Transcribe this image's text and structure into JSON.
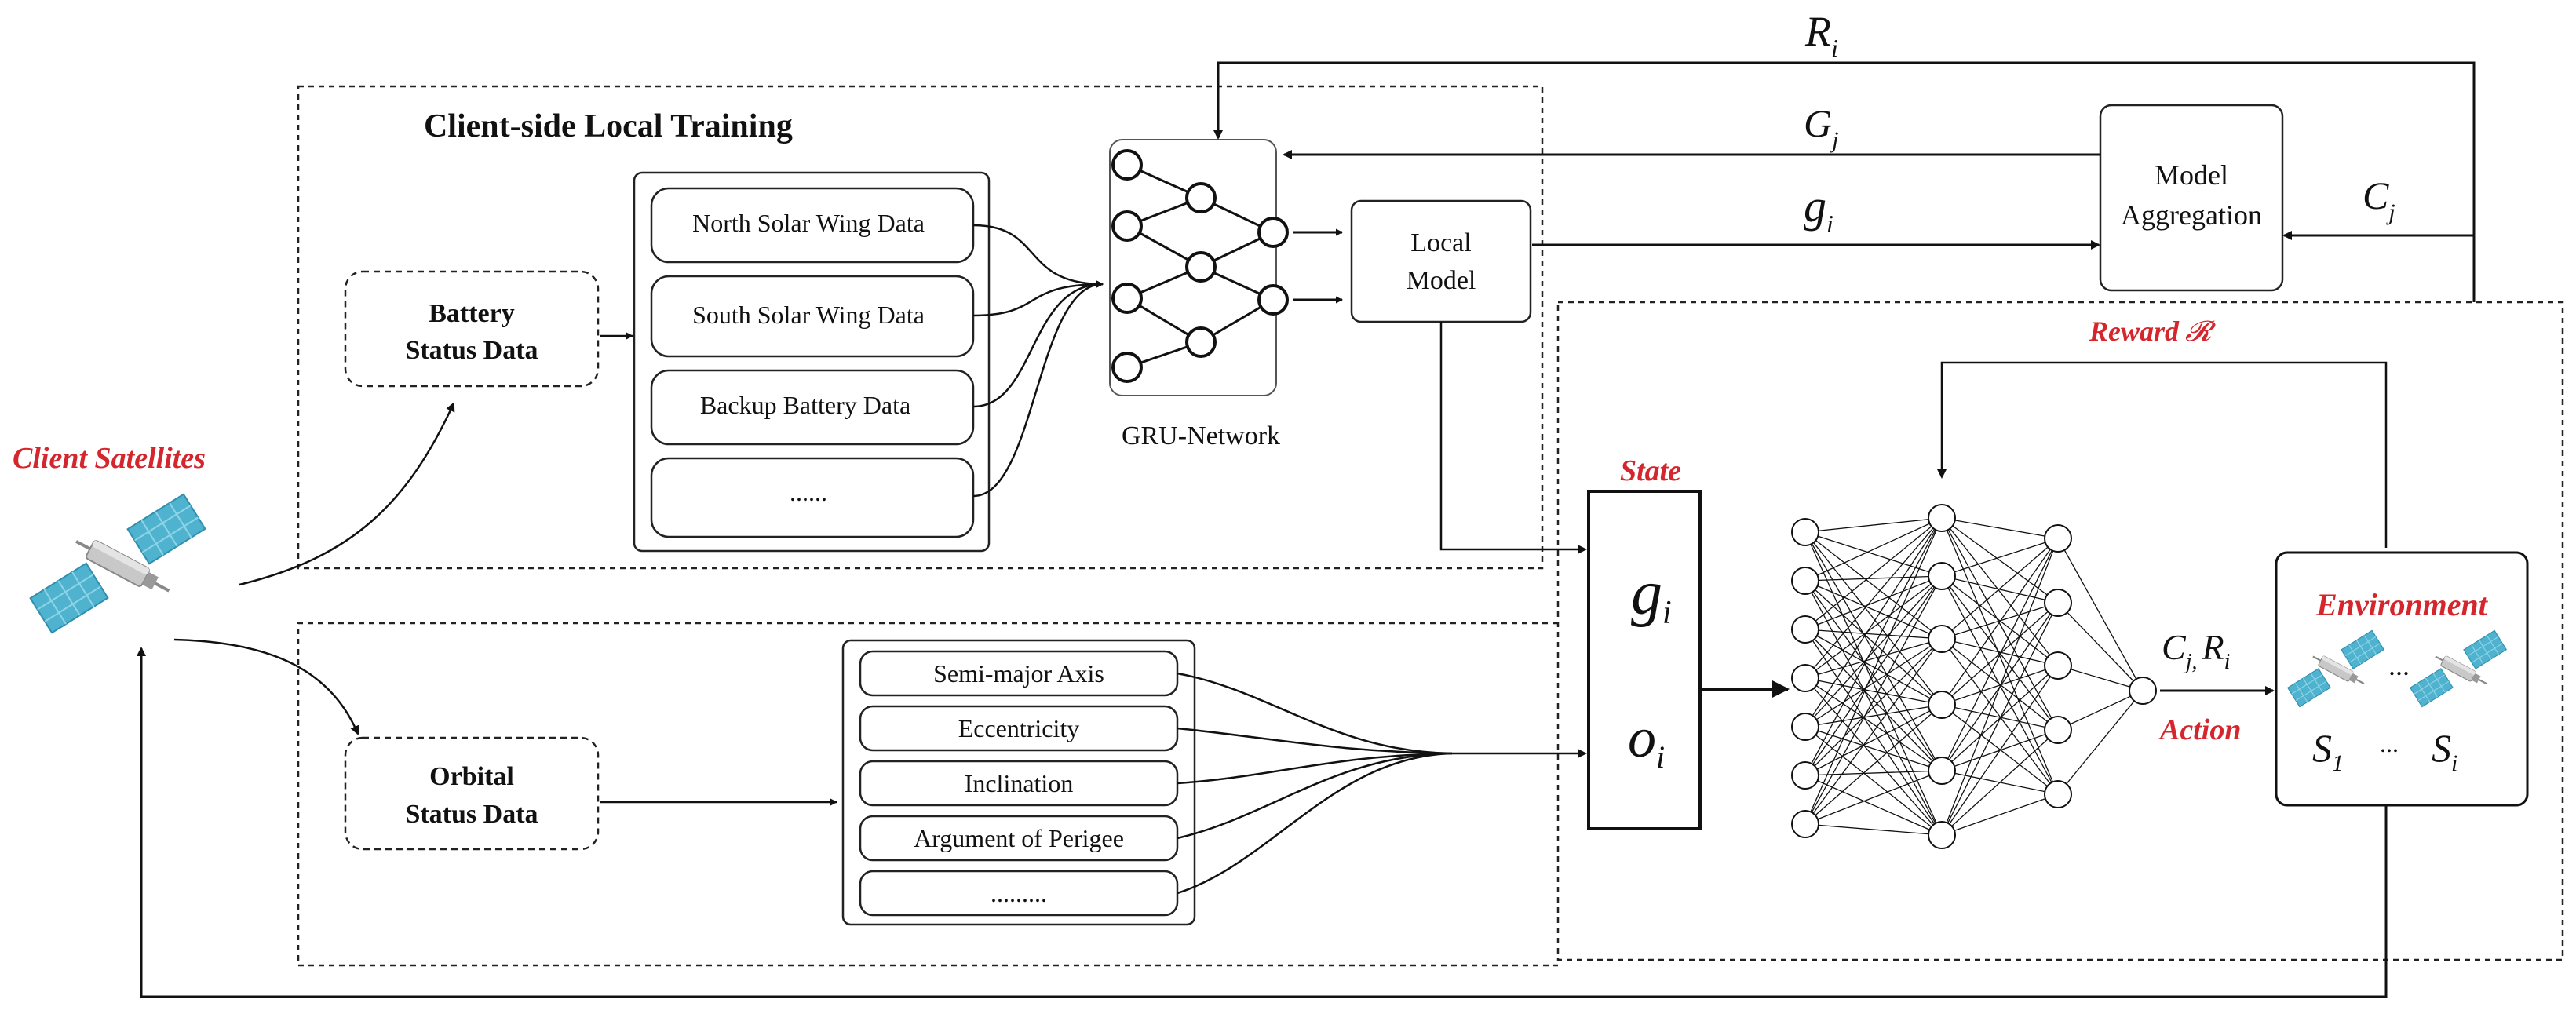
{
  "colors": {
    "accent_red": "#d4262c",
    "panel_blue": "#4fb3cf",
    "panel_dark": "#2f8fae",
    "body_gray": "#c8c8c8"
  },
  "icons": [
    "satellite-icon"
  ],
  "client_side": {
    "title": "Client-side Local Training",
    "battery_label_line1": "Battery",
    "battery_label_line2": "Status Data",
    "battery_items": [
      "North Solar Wing Data",
      "South Solar Wing Data",
      "Backup Battery Data",
      "......"
    ],
    "gru_label": "GRU-Network",
    "local_model_line1": "Local",
    "local_model_line2": "Model"
  },
  "orbital": {
    "label_line1": "Orbital",
    "label_line2": "Status Data",
    "items": [
      "Semi-major Axis",
      "Eccentricity",
      "Inclination",
      "Argument of Perigee",
      "........."
    ]
  },
  "satellites_label": "Client Satellites",
  "aggregation": {
    "line1": "Model",
    "line2": "Aggregation"
  },
  "signals": {
    "R": "R",
    "R_sub": "i",
    "G": "G",
    "G_sub": "j",
    "g": "g",
    "g_sub": "i",
    "C": "C",
    "C_sub": "j",
    "action_C": "C",
    "action_C_sub": "j,",
    "action_R": "R",
    "action_R_sub": "i"
  },
  "drl": {
    "state_label": "State",
    "state_g": "g",
    "state_g_sub": "i",
    "state_o": "o",
    "state_o_sub": "i",
    "reward_label": "Reward",
    "reward_symbol": "𝓡",
    "action_label": "Action"
  },
  "environment": {
    "title": "Environment",
    "dots": "...",
    "s1": "S",
    "s1_sub": "1",
    "s_dots": "...",
    "si": "S",
    "si_sub": "i"
  }
}
